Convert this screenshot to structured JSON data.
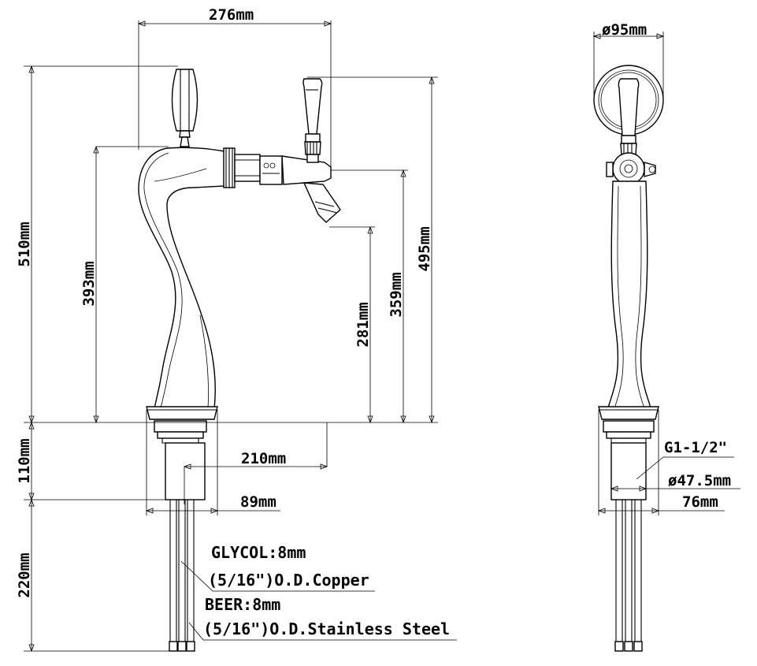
{
  "dimensions": {
    "overall_width": "276mm",
    "overall_height": "510mm",
    "spout_height": "393mm",
    "tap_outlet_height": "281mm",
    "spout_axis_height": "359mm",
    "handle_height": "495mm",
    "shank_length": "110mm",
    "reach": "210mm",
    "base_width": "89mm",
    "tube_length": "220mm",
    "medallion_diameter": "ø95mm",
    "thread": "G1-1/2\"",
    "shank_diameter": "ø47.5mm",
    "base_diameter": "76mm"
  },
  "notes": {
    "glycol_line1": "GLYCOL:8mm",
    "glycol_line2": "(5/16\")O.D.Copper",
    "beer_line1": "BEER:8mm",
    "beer_line2": "(5/16\")O.D.Stainless Steel"
  }
}
